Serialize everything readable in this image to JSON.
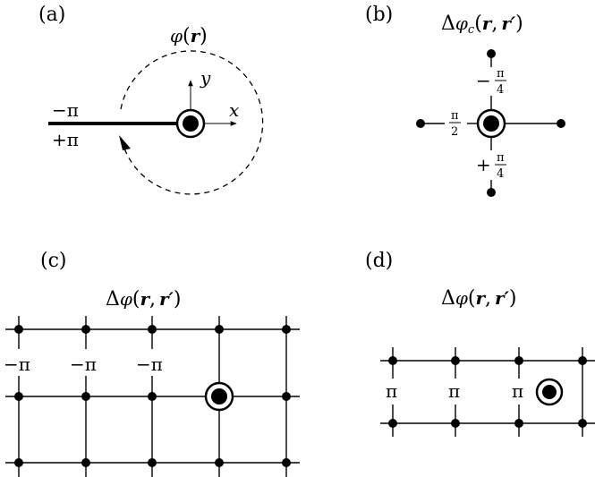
{
  "panels": {
    "a": {
      "label": "(a)",
      "field_label": "φ(r)",
      "cut_label_top": "−π",
      "cut_label_bottom": "+π",
      "axis_x": "x",
      "axis_y": "y"
    },
    "b": {
      "label": "(b)",
      "title": "Δφc(r, r′)",
      "top_value": "−π/4",
      "bottom_value": "+π/4",
      "left_value": "π/2",
      "top_sign": "−",
      "bottom_sign": "+",
      "pi": "π",
      "four": "4",
      "two": "2"
    },
    "c": {
      "label": "(c)",
      "title": "Δφ(r, r′)",
      "link_values": [
        "−π",
        "−π",
        "−π"
      ]
    },
    "d": {
      "label": "(d)",
      "title": "Δφ(r, r′)",
      "link_values": [
        "π",
        "π",
        "π"
      ]
    }
  },
  "text": {
    "delta": "Δ",
    "phi": "φ",
    "c_sub": "c",
    "r": "r",
    "rprime": "r′",
    "open": "(",
    "close": ")",
    "comma": ","
  }
}
